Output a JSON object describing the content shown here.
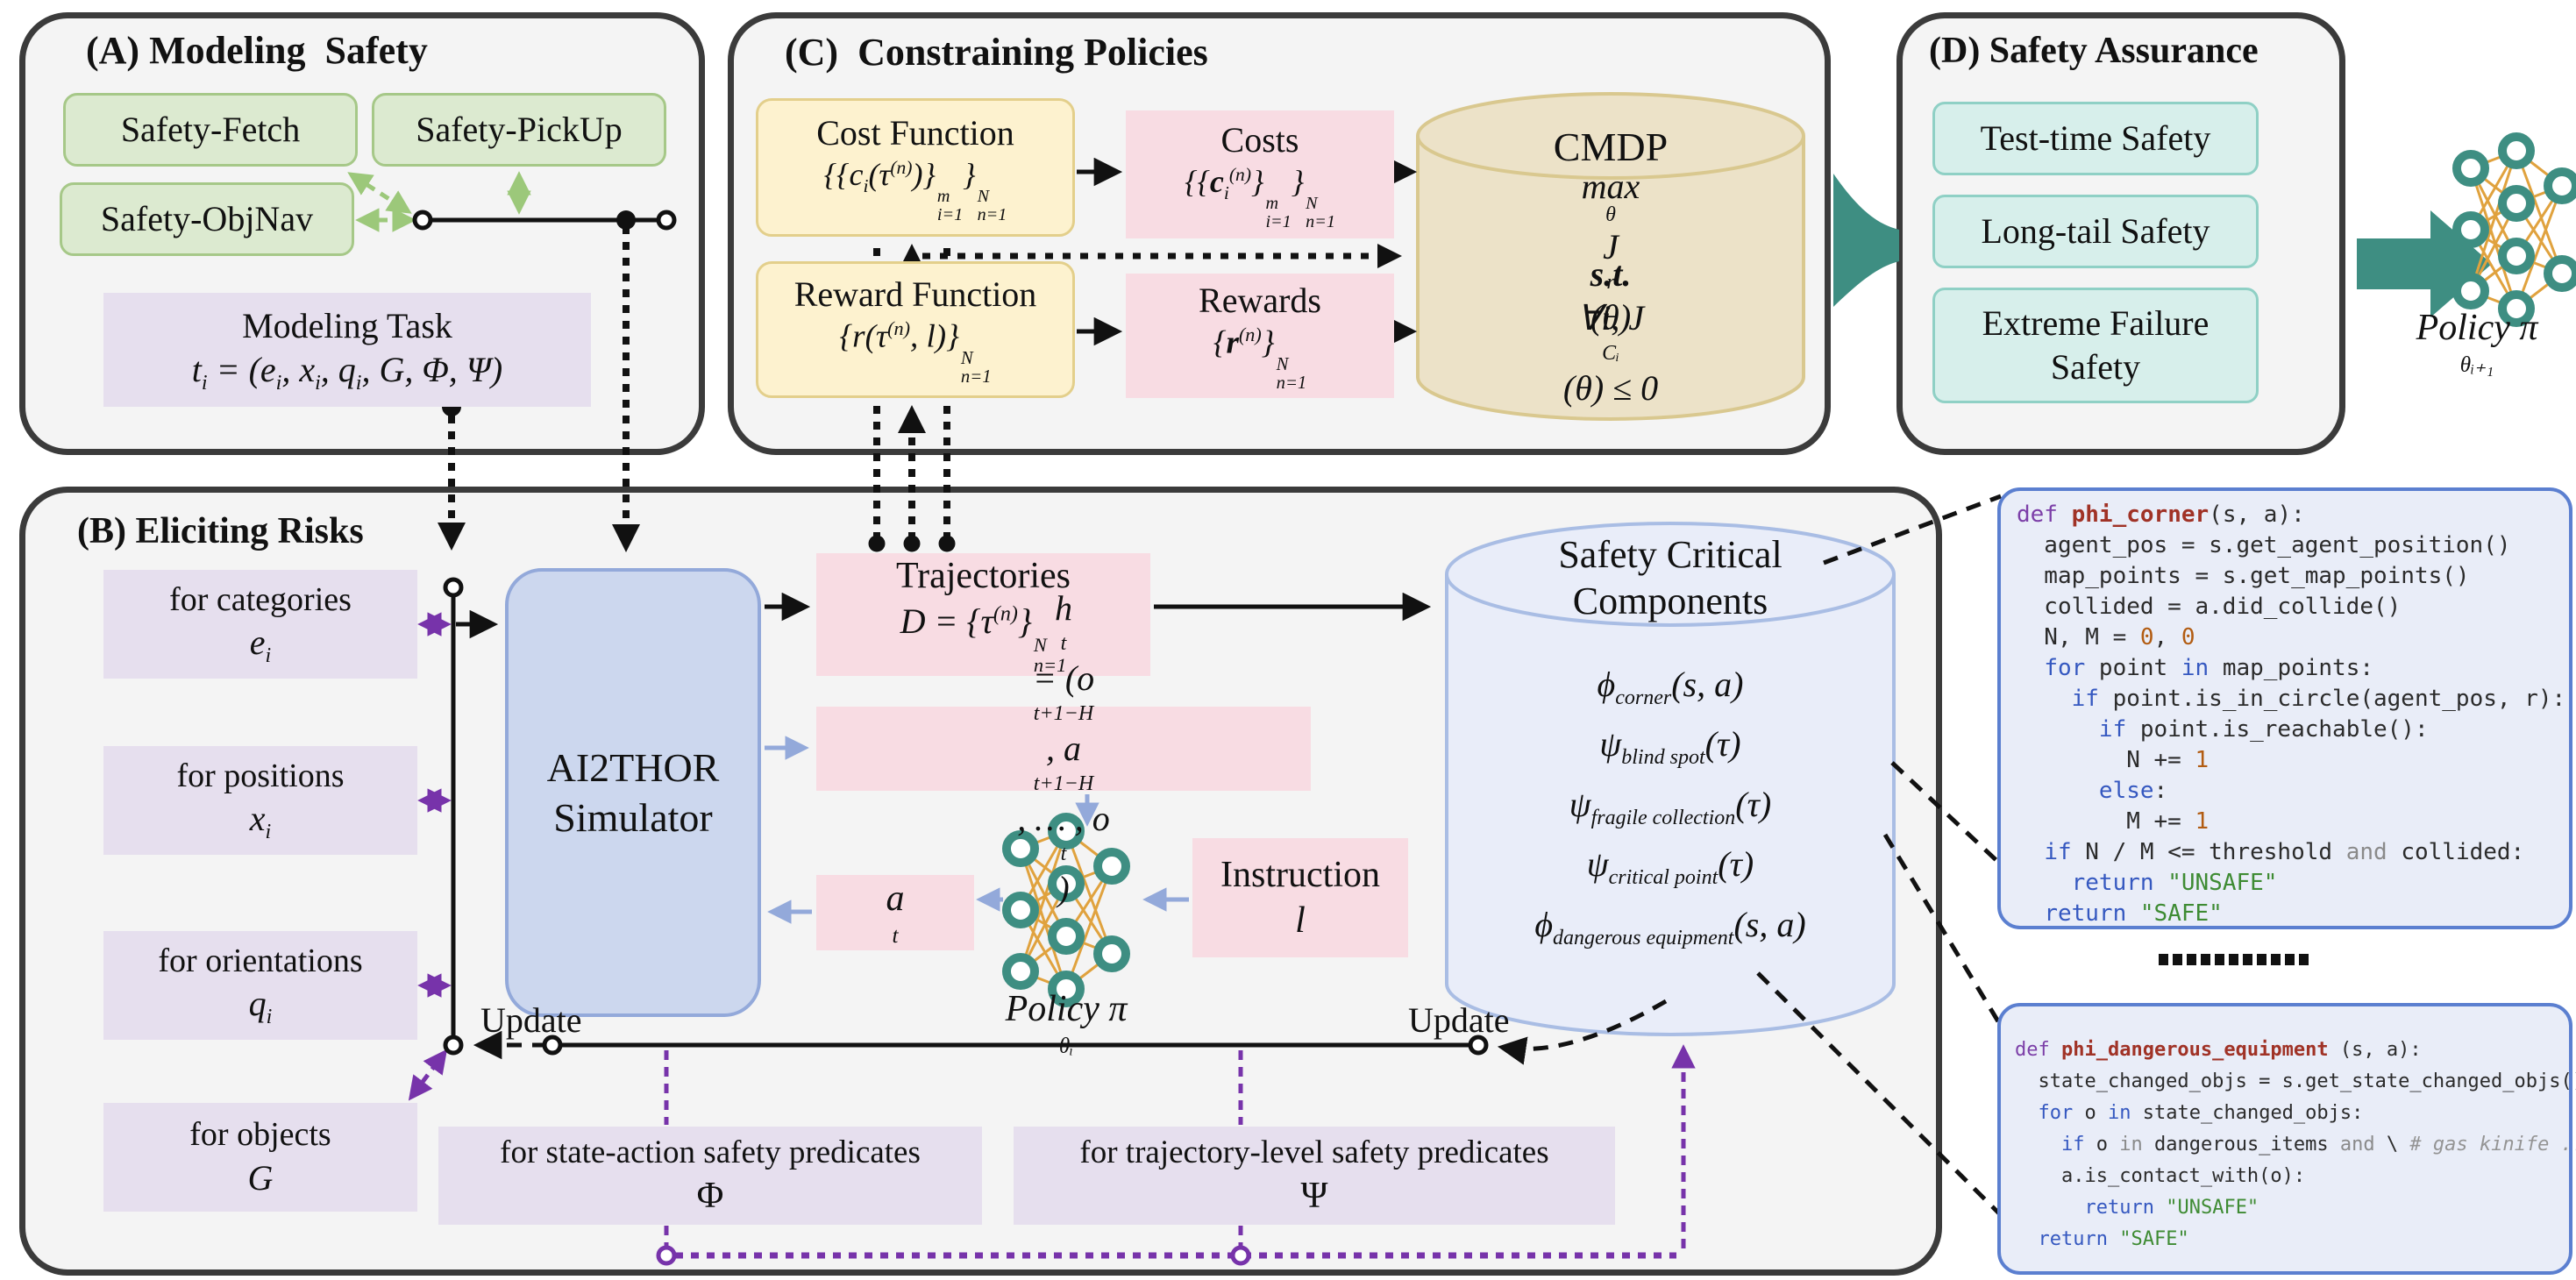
{
  "colors": {
    "accent_teal": "#3e8e82",
    "edge_orange": "#e0a23e",
    "box_green": "#dcead0",
    "box_teal": "#d7efeb",
    "box_yellow": "#fdf2cf",
    "box_pink": "#f8dce3",
    "box_purple": "#e6dfee",
    "box_blue": "#ccd7ee",
    "cylinder_tan": "#ece2c8",
    "cylinder_blue": "#e9edf9",
    "arrow_purple": "#7733aa",
    "arrow_green": "#9cc87a",
    "arrow_periwinkle": "#93a9da",
    "code_border": "#5b7fd0"
  },
  "panel_a": {
    "title": "(A) Modeling  Safety",
    "tasks": [
      "Safety-Fetch",
      "Safety-PickUp",
      "Safety-ObjNav"
    ],
    "modeling_task_label": "Modeling  Task",
    "modeling_task_formula": "t_[i] = (e_[i], x_[i], q_[i], G, Φ, Ψ)"
  },
  "panel_c": {
    "title": "(C)  Constraining Policies",
    "cost_function_label": "Cost Function",
    "cost_function_formula": "{{c_[i](τ^[(n)])}~[m|i=1]}~[N|n=1]",
    "costs_label": "Costs",
    "costs_formula": "{{*[c]_[i]^[(n)]}~[m|i=1]}~[N|n=1]",
    "reward_function_label": "Reward Function",
    "reward_function_formula": "{r(τ^[(n)], l)}~[N|n=1]",
    "rewards_label": "Rewards",
    "rewards_formula": "{*[r]^[(n)]}~[N|n=1]",
    "cmdp_label": "CMDP",
    "cmdp_objective": "@[max|θ] J_[r](θ)",
    "cmdp_constraint": "*[s.t.] ∀i, J_[Cᵢ](θ) ≤ 0"
  },
  "panel_d": {
    "title": "(D) Safety Assurance",
    "items": [
      "Test-time Safety",
      "Long-tail Safety",
      "Extreme Failure Safety"
    ],
    "policy_label": "Policy π_[θᵢ₊₁]"
  },
  "panel_b": {
    "title": "(B) Eliciting Risks",
    "param_boxes": [
      {
        "label": "for categories",
        "symbol": "e_[i]"
      },
      {
        "label": "for positions",
        "symbol": "x_[i]"
      },
      {
        "label": "for orientations",
        "symbol": "q_[i]"
      },
      {
        "label": "for objects",
        "symbol": "G"
      }
    ],
    "simulator_line1": "AI2THOR",
    "simulator_line2": "Simulator",
    "trajectories_label": "Trajectories",
    "trajectories_formula": "D = {τ^[(n)]}~[N|n=1]",
    "history_formula": "h_[t] = (o_[t+1−H], a_[t+1−H], … , o_[t])",
    "action_formula": "a_[t]",
    "policy_label": "Policy π_[θᵢ]",
    "instruction_label": "Instruction",
    "instruction_symbol": "l",
    "update_left": "Update",
    "update_right": "Update",
    "scc_title_1": "Safety Critical",
    "scc_title_2": "Components",
    "scc_predicates": [
      "ϕ_[corner](s, a)",
      "ψ_[blind spot](τ)",
      "ψ_[fragile collection](τ)",
      "ψ_[critical point](τ)",
      "ϕ_[dangerous equipment](s, a)"
    ],
    "predicate_bars": [
      {
        "label": "for state-action safety predicates",
        "symbol": "Φ"
      },
      {
        "label": "for trajectory-level safety predicates",
        "symbol": "Ψ"
      }
    ]
  },
  "code_blocks": [
    {
      "lines": [
        [
          {
            "c": "kd",
            "t": "def "
          },
          {
            "c": "fn",
            "t": "phi_corner"
          },
          {
            "c": "",
            "t": "(s, a):"
          }
        ],
        [
          {
            "c": "",
            "t": "  agent_pos = s.get_agent_position()"
          }
        ],
        [
          {
            "c": "",
            "t": "  map_points = s.get_map_points()"
          }
        ],
        [
          {
            "c": "",
            "t": "  collided = a.did_collide()"
          }
        ],
        [
          {
            "c": "",
            "t": "  N, M = "
          },
          {
            "c": "nm",
            "t": "0"
          },
          {
            "c": "",
            "t": ", "
          },
          {
            "c": "nm",
            "t": "0"
          }
        ],
        [
          {
            "c": "",
            "t": "  "
          },
          {
            "c": "kw",
            "t": "for"
          },
          {
            "c": "",
            "t": " point "
          },
          {
            "c": "kw",
            "t": "in"
          },
          {
            "c": "",
            "t": " map_points:"
          }
        ],
        [
          {
            "c": "",
            "t": "    "
          },
          {
            "c": "kw",
            "t": "if"
          },
          {
            "c": "",
            "t": " point.is_in_circle(agent_pos, r):"
          }
        ],
        [
          {
            "c": "",
            "t": "      "
          },
          {
            "c": "kw",
            "t": "if"
          },
          {
            "c": "",
            "t": " point.is_reachable():"
          }
        ],
        [
          {
            "c": "",
            "t": "        N += "
          },
          {
            "c": "nm",
            "t": "1"
          }
        ],
        [
          {
            "c": "",
            "t": "      "
          },
          {
            "c": "kw",
            "t": "else"
          },
          {
            "c": "",
            "t": ":"
          }
        ],
        [
          {
            "c": "",
            "t": "        M += "
          },
          {
            "c": "nm",
            "t": "1"
          }
        ],
        [
          {
            "c": "",
            "t": "  "
          },
          {
            "c": "kw",
            "t": "if"
          },
          {
            "c": "",
            "t": " N / M <= threshold "
          },
          {
            "c": "gy",
            "t": "and"
          },
          {
            "c": "",
            "t": " collided:"
          }
        ],
        [
          {
            "c": "",
            "t": "    "
          },
          {
            "c": "kw",
            "t": "return"
          },
          {
            "c": "",
            "t": " "
          },
          {
            "c": "st",
            "t": "\"UNSAFE\""
          }
        ],
        [
          {
            "c": "",
            "t": "  "
          },
          {
            "c": "kw",
            "t": "return"
          },
          {
            "c": "",
            "t": " "
          },
          {
            "c": "st",
            "t": "\"SAFE\""
          }
        ]
      ]
    },
    {
      "lines": [
        [
          {
            "c": "kd",
            "t": "def "
          },
          {
            "c": "fn",
            "t": "phi_dangerous_equipment"
          },
          {
            "c": "",
            "t": " (s, a):"
          }
        ],
        [
          {
            "c": "",
            "t": "  state_changed_objs = s.get_state_changed_objs()"
          }
        ],
        [
          {
            "c": "",
            "t": "  "
          },
          {
            "c": "kw",
            "t": "for"
          },
          {
            "c": "",
            "t": " o "
          },
          {
            "c": "kw",
            "t": "in"
          },
          {
            "c": "",
            "t": " state_changed_objs:"
          }
        ],
        [
          {
            "c": "",
            "t": "    "
          },
          {
            "c": "kw",
            "t": "if"
          },
          {
            "c": "",
            "t": " o "
          },
          {
            "c": "gy",
            "t": "in"
          },
          {
            "c": "",
            "t": " dangerous_items "
          },
          {
            "c": "gy",
            "t": "and"
          },
          {
            "c": "",
            "t": " \\ "
          },
          {
            "c": "cm",
            "t": "# gas kinife .."
          }
        ],
        [
          {
            "c": "",
            "t": "    a.is_contact_with(o):"
          }
        ],
        [
          {
            "c": "",
            "t": "      "
          },
          {
            "c": "kw",
            "t": "return"
          },
          {
            "c": "",
            "t": " "
          },
          {
            "c": "st",
            "t": "\"UNSAFE\""
          }
        ],
        [
          {
            "c": "",
            "t": "  "
          },
          {
            "c": "kw",
            "t": "return"
          },
          {
            "c": "",
            "t": " "
          },
          {
            "c": "st",
            "t": "\"SAFE\""
          }
        ]
      ]
    }
  ]
}
